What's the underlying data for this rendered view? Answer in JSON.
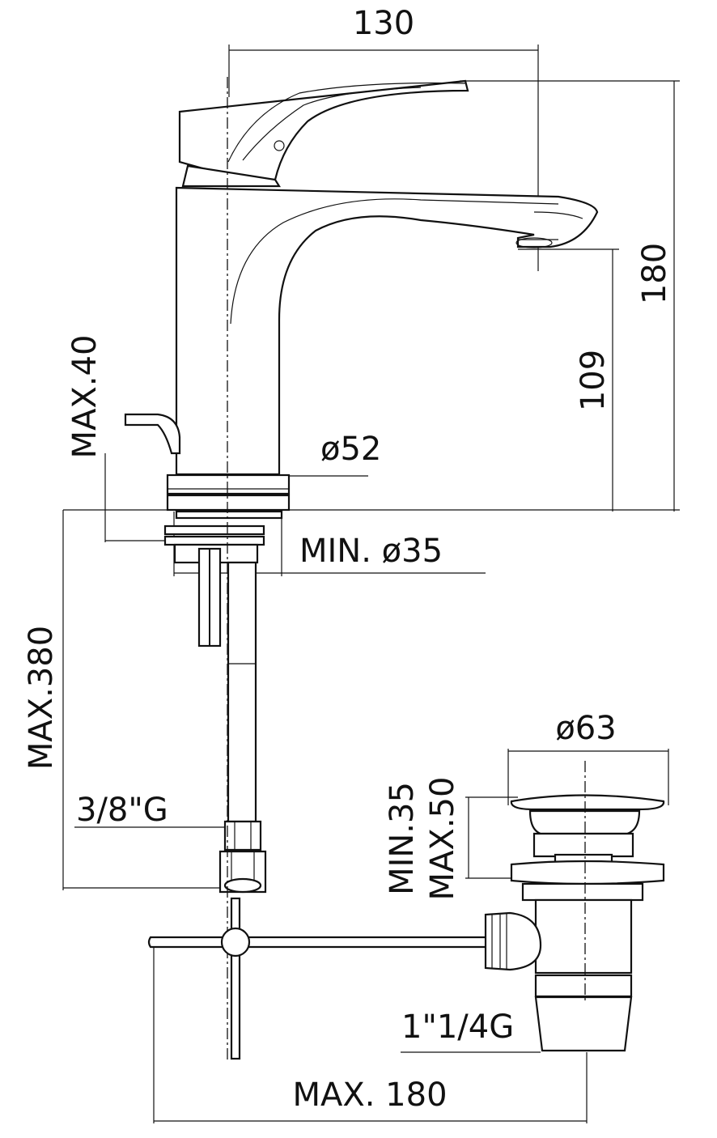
{
  "dimensions": {
    "top_width": "130",
    "total_height": "180",
    "spout_height": "109",
    "base_diameter": "ø52",
    "max_deck": "MAX.40",
    "min_hole": "MIN. ø35",
    "hose_length": "MAX.380",
    "hose_thread": "3/8\"G",
    "waste_diameter": "ø63",
    "waste_min": "MIN.35",
    "waste_max": "MAX.50",
    "waste_thread": "1\"1/4G",
    "rod_length": "MAX. 180"
  }
}
